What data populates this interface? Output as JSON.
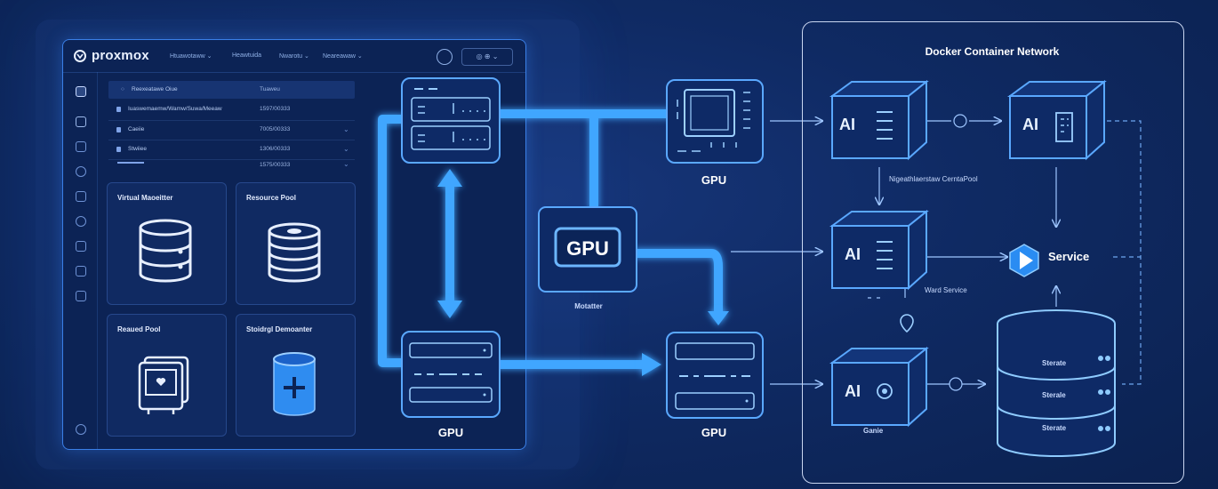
{
  "proxmox": {
    "brand": "proxmox",
    "menu": [
      "Htuawotaww ⌄",
      "Heawtuida",
      "Nwarotu ⌄",
      "Neareawaw ⌄"
    ],
    "top_pill": "◎  ⊕  ⌄",
    "table": {
      "header": [
        "Reexeatawe Oiue",
        "Tuaweu"
      ],
      "rows": [
        [
          "Iuaswemaemw/Wamw/Suwa/Meeaw",
          "1597/00333"
        ],
        [
          "Caeiie",
          "7005/00333"
        ],
        [
          "Stwiiee",
          "1306/00333"
        ],
        [
          "",
          "1575/00333"
        ]
      ]
    },
    "cards": {
      "virtual_machine": "Virtual Maoeitter",
      "resource_pool": "Resource Pool",
      "reaued_pool": "Reaued Pool",
      "storage": "Stoidrgl Demoanter"
    }
  },
  "middle": {
    "gpu_bottom_left": "GPU",
    "gpu_center": "GPU",
    "monitor_label": "Motatter",
    "gpu_top_right": "GPU",
    "gpu_bottom_right": "GPU"
  },
  "docker": {
    "title": "Docker Container Network",
    "cube_label": "AI",
    "pool_label": "Nigeathlaerstaw CerntaPool",
    "ward_service": "Ward Service",
    "service": "Service",
    "gante": "Ganie",
    "storage_labels": [
      "Sterate",
      "Sterale",
      "Sterate"
    ]
  }
}
